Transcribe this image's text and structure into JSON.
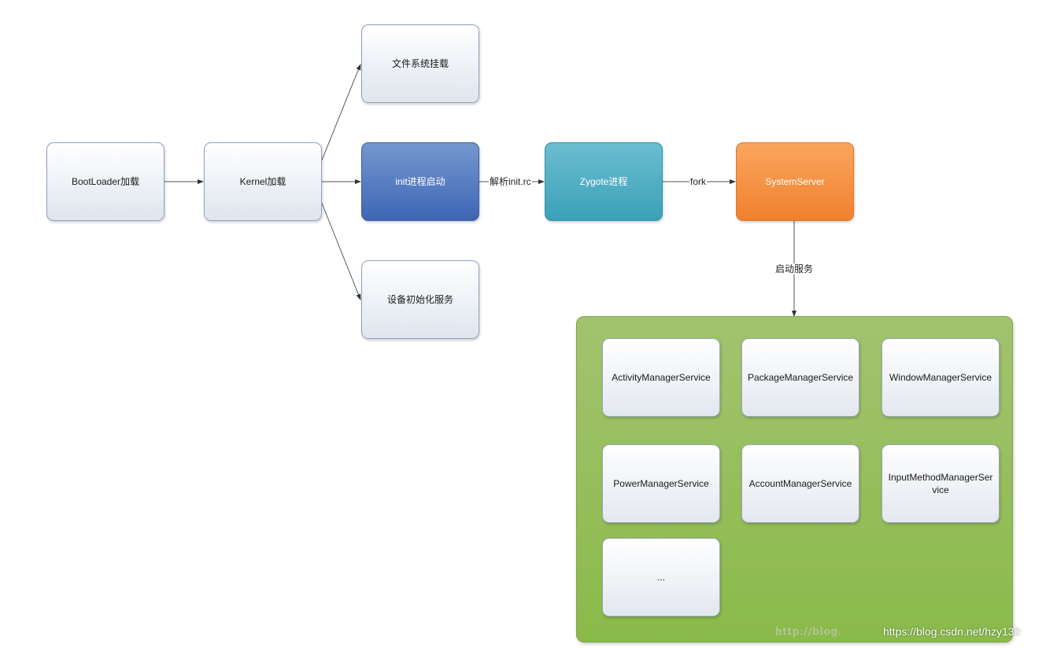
{
  "nodes": {
    "bootloader": "BootLoader加载",
    "kernel": "Kernel加载",
    "fs_mount": "文件系统挂载",
    "device_init": "设备初始化服务",
    "init": "init进程启动",
    "zygote": "Zygote进程",
    "systemserver": "SystemServer"
  },
  "edge_labels": {
    "parse_init_rc": "解析init.rc",
    "fork": "fork",
    "start_services": "启动服务"
  },
  "services": [
    "ActivityManagerService",
    "PackageManagerService",
    "WindowManagerService",
    "PowerManagerService",
    "AccountManagerService",
    "InputMethodManagerService",
    "..."
  ],
  "watermark": {
    "faint": "http://blog.",
    "sharp": "https://blog.csdn.net/hzy130"
  },
  "colors": {
    "init": "#4a70b8",
    "zygote": "#41a8bf",
    "systemserver": "#f38a3c",
    "service_group": "#92bd56"
  }
}
